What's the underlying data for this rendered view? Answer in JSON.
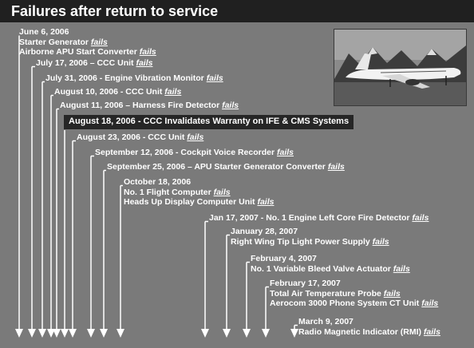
{
  "title": "Failures after return to service",
  "colors": {
    "background": "#7a7a7a",
    "title_bar": "#202020",
    "highlight_box": "#262626",
    "text": "#ffffff",
    "lines": "#ffffff"
  },
  "photo": {
    "subject": "jet-on-airfield-with-mountains"
  },
  "events": [
    {
      "lines": [
        {
          "text": "June 6, 2006"
        },
        {
          "text": "Starter Generator ",
          "fails": "fails"
        },
        {
          "text": "Airborne APU Start Converter ",
          "fails": "fails"
        }
      ]
    },
    {
      "lines": [
        {
          "text": "July 17, 2006 – CCC Unit ",
          "fails": "fails"
        }
      ]
    },
    {
      "lines": [
        {
          "text": "July 31, 2006 - Engine Vibration Monitor ",
          "fails": "fails"
        }
      ]
    },
    {
      "lines": [
        {
          "text": "August 10, 2006 - CCC Unit ",
          "fails": "fails"
        }
      ]
    },
    {
      "lines": [
        {
          "text": "August 11, 2006 – Harness Fire Detector ",
          "fails": "fails"
        }
      ]
    },
    {
      "highlight": true,
      "lines": [
        {
          "text": "August 18, 2006 -  CCC Invalidates Warranty on IFE & CMS Systems"
        }
      ]
    },
    {
      "lines": [
        {
          "text": "August 23, 2006 - CCC Unit ",
          "fails": "fails"
        }
      ]
    },
    {
      "lines": [
        {
          "text": "September 12, 2006 - Cockpit Voice Recorder ",
          "fails": "fails"
        }
      ]
    },
    {
      "lines": [
        {
          "text": "September 25, 2006 – APU Starter Generator Converter ",
          "fails": "fails"
        }
      ]
    },
    {
      "lines": [
        {
          "text": "October 18, 2006"
        },
        {
          "text": "No. 1 Flight Computer ",
          "fails": "fails"
        },
        {
          "text": "Heads Up Display Computer Unit ",
          "fails": "fails"
        }
      ]
    },
    {
      "lines": [
        {
          "text": "Jan 17, 2007 - No. 1 Engine Left Core Fire Detector ",
          "fails": "fails"
        }
      ]
    },
    {
      "lines": [
        {
          "text": "January 28, 2007"
        },
        {
          "text": "Right Wing Tip Light Power Supply ",
          "fails": "fails"
        }
      ]
    },
    {
      "lines": [
        {
          "text": "February 4, 2007"
        },
        {
          "text": "No. 1 Variable Bleed Valve Actuator ",
          "fails": "fails"
        }
      ]
    },
    {
      "lines": [
        {
          "text": "February 17, 2007"
        },
        {
          "text": "Total Air Temperature Probe ",
          "fails": "fails"
        },
        {
          "text": "Aerocom 3000 Phone System CT Unit ",
          "fails": "fails"
        }
      ]
    },
    {
      "lines": [
        {
          "text": "March 9, 2007"
        },
        {
          "text": "Radio Magnetic Indicator (RMI) ",
          "fails": "fails"
        }
      ]
    }
  ]
}
